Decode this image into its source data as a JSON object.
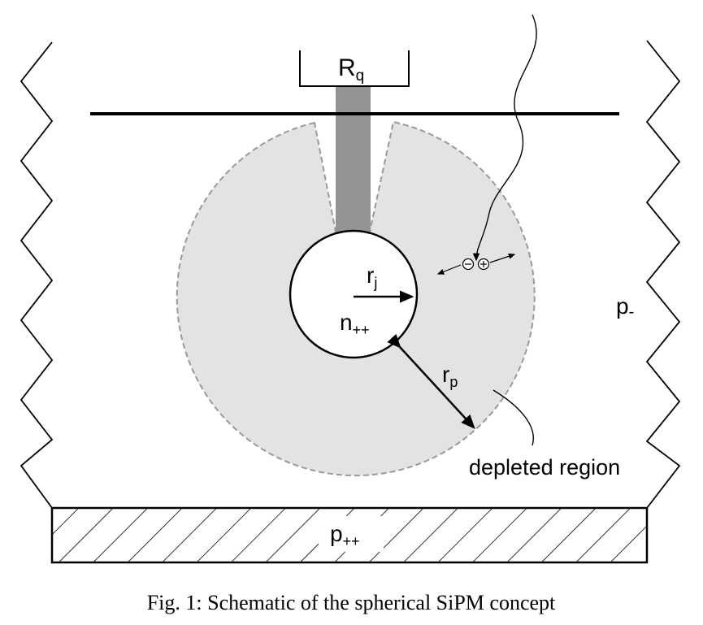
{
  "labels": {
    "rq": {
      "main": "R",
      "sub": "q"
    },
    "rj": {
      "main": "r",
      "sub": "j"
    },
    "n": {
      "main": "n",
      "sub": "++"
    },
    "rp": {
      "main": "r",
      "sub": "p"
    },
    "pminus": {
      "main": "p",
      "sub": "-"
    },
    "depleted": "depleted region",
    "ppp": {
      "main": "p",
      "sub": "++"
    }
  },
  "carrier_symbols": {
    "electron": "⊖",
    "hole": "⊕"
  },
  "caption": "Fig. 1: Schematic of the spherical SiPM concept",
  "colors": {
    "depleted_fill": "#e3e3e3",
    "depleted_outline": "#999999",
    "resistor_bar": "#939393",
    "line": "#000000"
  }
}
